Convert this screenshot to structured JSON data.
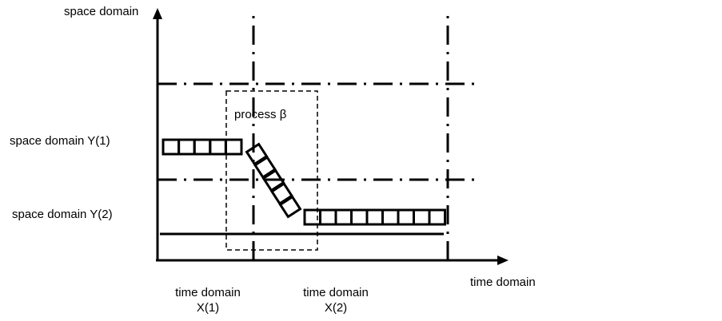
{
  "diagram": {
    "y_axis_label": "space domain",
    "x_axis_label": "time domain",
    "y_labels": [
      "space domain Y(1)",
      "space domain Y(2)"
    ],
    "x_labels": [
      {
        "line1": "time domain",
        "line2": "X(1)"
      },
      {
        "line1": "time domain",
        "line2": "X(2)"
      }
    ],
    "process_label": "process β",
    "block_counts": {
      "upper_row": 5,
      "diagonal": 5,
      "lower_row": 9
    },
    "colors": {
      "stroke": "#000000",
      "background": "#ffffff"
    }
  }
}
